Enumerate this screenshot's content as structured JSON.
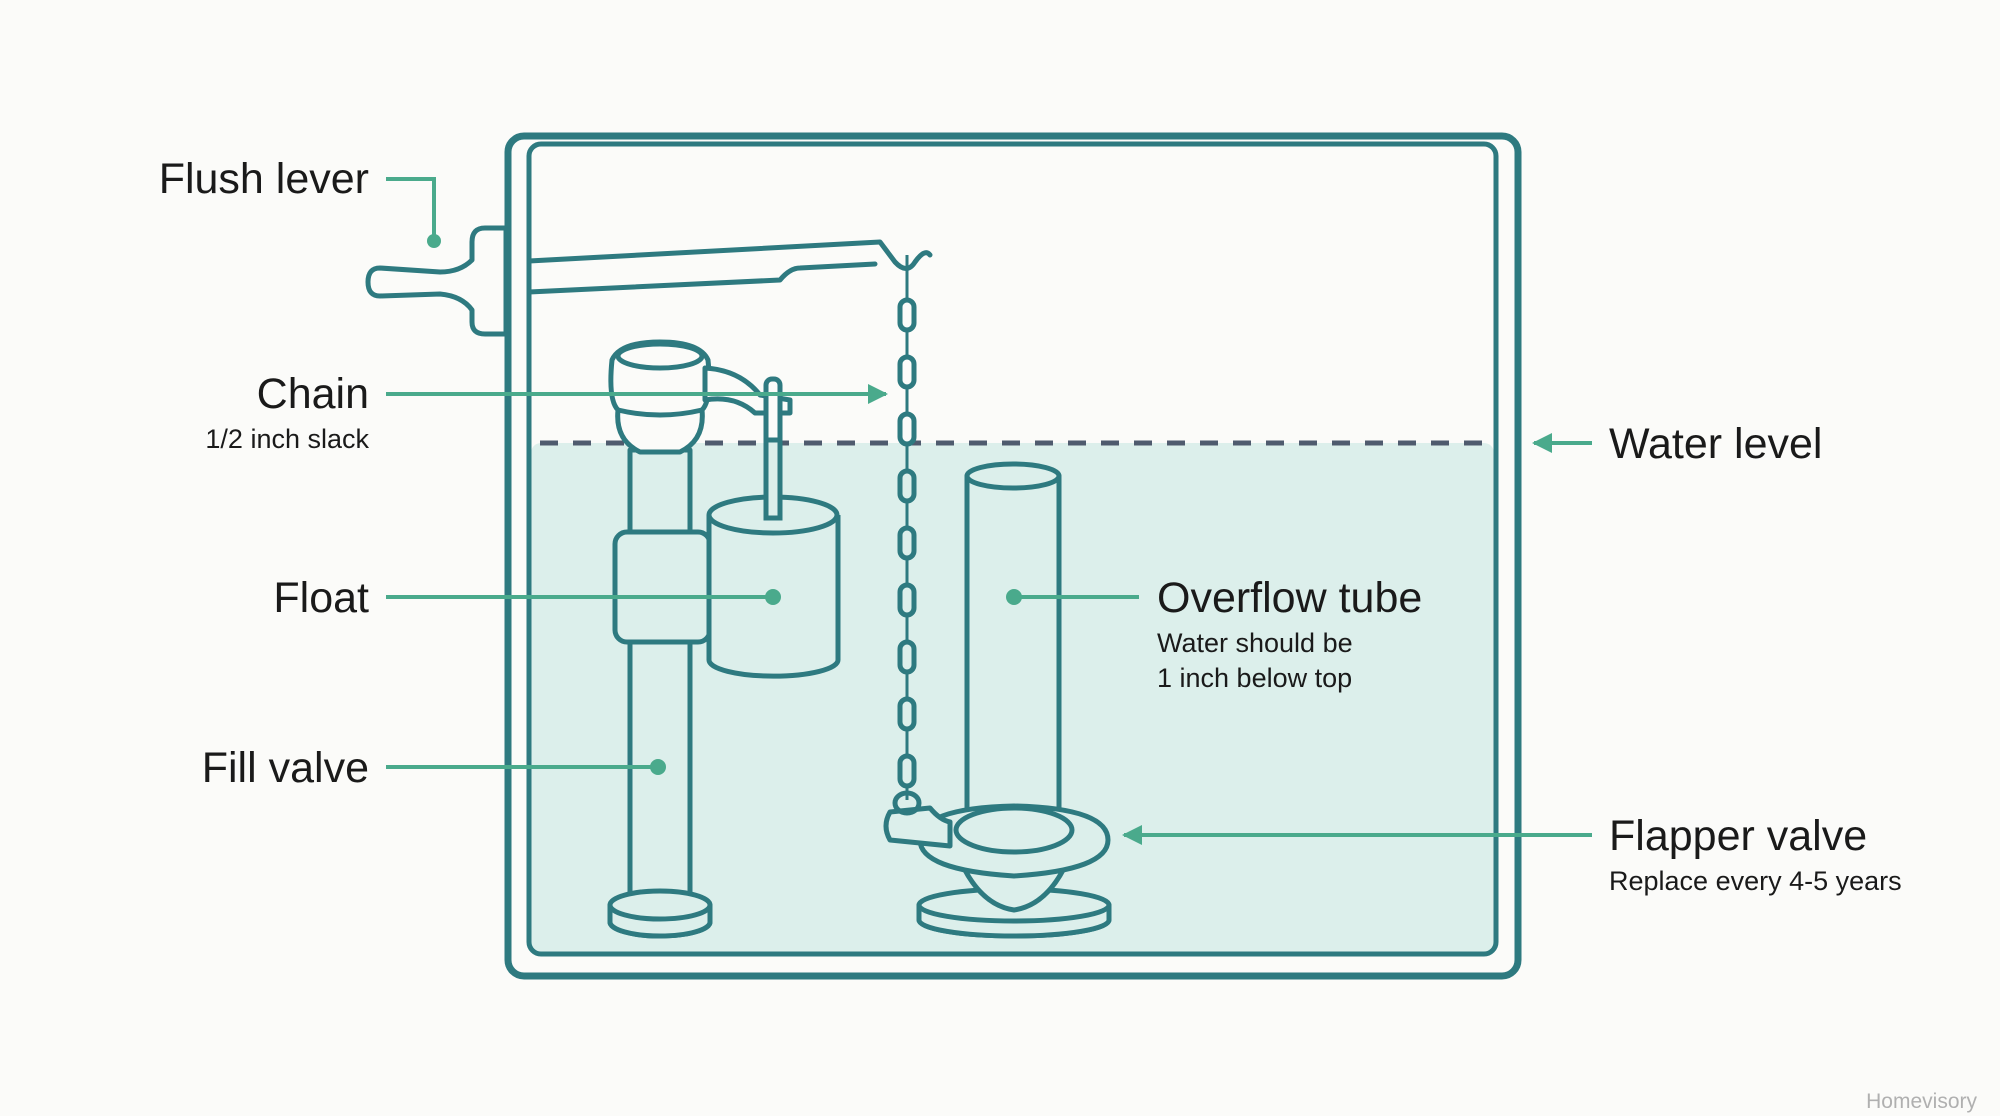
{
  "labels": {
    "flush_lever": "Flush lever",
    "chain": "Chain",
    "chain_note": "1/2 inch slack",
    "float": "Float",
    "fill_valve": "Fill valve",
    "water_level": "Water level",
    "overflow_tube": "Overflow tube",
    "overflow_note_1": "Water should be",
    "overflow_note_2": "1 inch below top",
    "flapper_valve": "Flapper valve",
    "flapper_note": "Replace every 4-5 years"
  },
  "watermark": "Homevisory",
  "colors": {
    "outline": "#2e7a80",
    "leader": "#4aaa8c",
    "water": "#dcefeb",
    "water_line": "#4f5b6e",
    "background": "#fbfbf9"
  }
}
